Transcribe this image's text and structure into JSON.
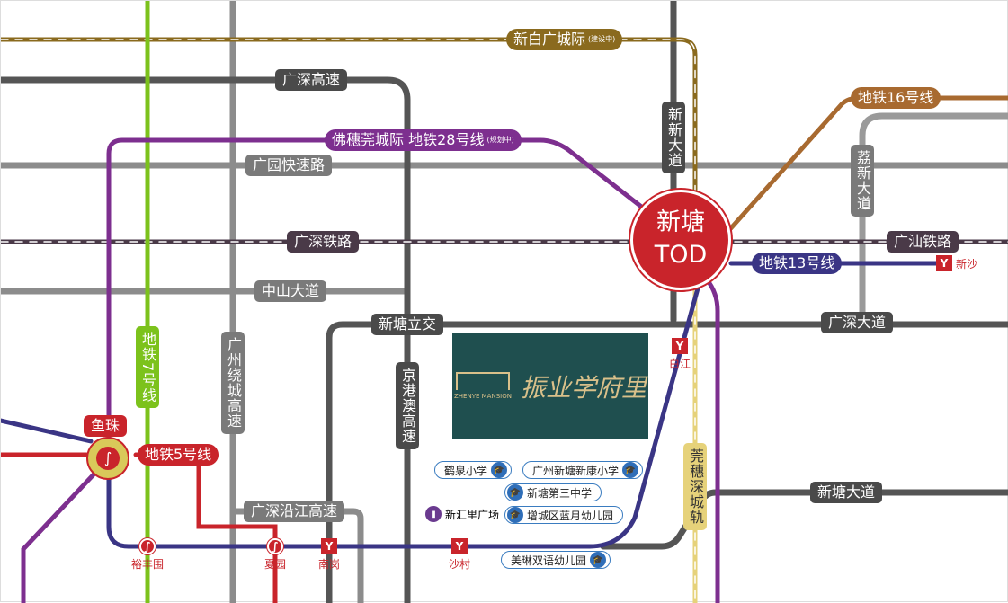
{
  "roads": {
    "guangshen_gaosu": "广深高速",
    "guangyuan": "广园快速路",
    "zhongshan": "中山大道",
    "guangzhou_raocheng": "广州绕城高速",
    "jinggangao": "京港澳高速",
    "guangshen_yanjiang": "广深沿江高速",
    "xinxin_dadao": "新新大道",
    "lixin_dadao": "荔新大道",
    "xintang_lijiao": "新塘立交",
    "guangshen_dadao": "广深大道",
    "xintang_dadao": "新塘大道"
  },
  "railways": {
    "guangshen": "广深铁路",
    "guangshan": "广汕铁路",
    "xinbai": {
      "name": "新白广城际",
      "status": "(建设中)"
    },
    "guansuishen": "莞穗深城轨",
    "foshui": {
      "name": "佛穗莞城际 地铁28号线",
      "status": "(规划中)"
    }
  },
  "metro": {
    "line7": "地铁7号线",
    "line5": "地铁5号线",
    "line13": "地铁13号线",
    "line16": "地铁16号线"
  },
  "hub": {
    "line1": "新塘",
    "line2": "TOD"
  },
  "stations": [
    {
      "name": "鱼珠"
    },
    {
      "name": "裕丰围"
    },
    {
      "name": "夏园"
    },
    {
      "name": "南岗"
    },
    {
      "name": "沙村"
    },
    {
      "name": "白江"
    },
    {
      "name": "新沙"
    }
  ],
  "project": {
    "logo_cn": "振业学府里",
    "logo_en": "ZHENYE MANSION"
  },
  "poi": [
    {
      "name": "鹤泉小学"
    },
    {
      "name": "广州新塘新康小学"
    },
    {
      "name": "新塘第三中学"
    },
    {
      "name": "新汇里广场"
    },
    {
      "name": "增城区蓝月幼儿园"
    },
    {
      "name": "美琳双语幼儿园"
    }
  ],
  "colors": {
    "metro_red": "#c9242b",
    "line13": "#3a3585",
    "line28": "#7d2f8f",
    "line7": "#7cc21c",
    "line16": "#a86a30"
  }
}
